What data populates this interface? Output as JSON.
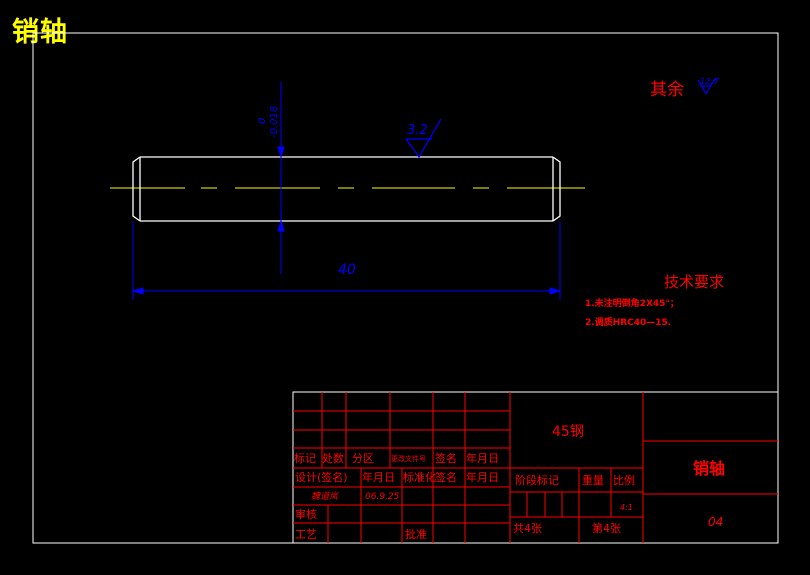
{
  "drawing": {
    "title": "销轴",
    "roughness_rest_label": "其余",
    "roughness_rest_value": "12.5",
    "roughness_main_value": "3.2",
    "length_dimension": "40",
    "tolerance_upper": "0",
    "tolerance_lower": "-0.018",
    "tech_requirements_title": "技术要求",
    "tech_requirements": [
      "1.未注明倒角2X45°；",
      "2.调质HRC40—15."
    ]
  },
  "title_block": {
    "material": "45钢",
    "part_name": "销轴",
    "drawing_code": "04",
    "scale": "4:1",
    "headers_row1": [
      "标记",
      "处数",
      "分区",
      "更改文件号",
      "签名",
      "年月日"
    ],
    "headers_row2": [
      "设计(签名)",
      "年月日",
      "标准化",
      "签名",
      "年月日"
    ],
    "designer": "魏道岚",
    "design_date": "06.9.25",
    "review_label": "审核",
    "process_label": "工艺",
    "approve_label": "批准",
    "stage_label": "阶段标记",
    "weight_label": "重量",
    "scale_label": "比例",
    "sheets_total": "共4张",
    "sheet_number": "第4张"
  },
  "colors": {
    "background": "#000000",
    "frame": "#ffffff",
    "part_outline": "#ffffff",
    "centerline": "#ffff00",
    "dimension": "#0000ff",
    "text_red": "#ff0000",
    "title_yellow": "#ffff00"
  }
}
